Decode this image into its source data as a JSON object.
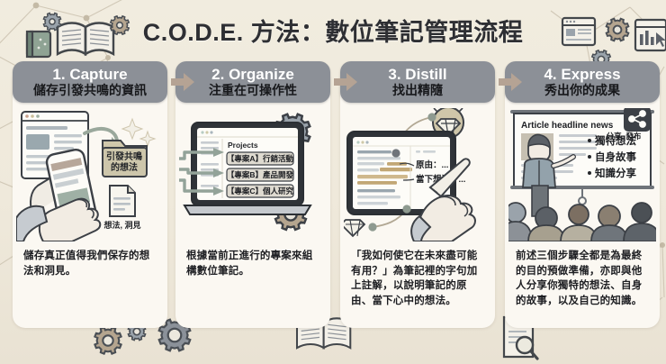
{
  "title": "C.O.D.E. 方法：數位筆記管理流程",
  "colors": {
    "background": "#efe9dc",
    "pill": "#8c9097",
    "card": "#fbf8f2",
    "arrow": "#b5a394",
    "ink": "#3c3f45",
    "accent_tan": "#c8bfa4",
    "accent_sage": "#94a096"
  },
  "steps": [
    {
      "en": "1. Capture",
      "zh": "儲存引發共鳴的資訊",
      "caption": "儲存真正值得我們保存的想法和洞見。",
      "art": {
        "folder_label": "引發共鳴的想法",
        "doc_label": "想法, 洞見"
      }
    },
    {
      "en": "2. Organize",
      "zh": "注重在可操作性",
      "caption": "根據當前正進行的專案來組構數位筆記。",
      "art": {
        "list_title": "Projects",
        "projects": [
          "【專案A】行銷活動",
          "【專案B】產品開發",
          "【專案C】個人研究"
        ]
      }
    },
    {
      "en": "3. Distill",
      "zh": "找出精隨",
      "caption": "「我如何使它在未來盡可能有用？」為筆記裡的字句加上註解，以說明筆記的原由、當下心中的想法。",
      "art": {
        "note_reason": "原由：...",
        "note_thought": "當下想法：..."
      }
    },
    {
      "en": "4. Express",
      "zh": "秀出你的成果",
      "caption": "前述三個步驟全都是為最終的目的預做準備，亦即與他人分享你獨特的想法、自身的故事，以及自己的知識。",
      "art": {
        "headline": "Article headline news",
        "share_label": "分享, 發布",
        "bullets": [
          "獨特想法",
          "自身故事",
          "知識分享"
        ]
      }
    }
  ],
  "decorations": {
    "top_left": [
      "notebook-icon",
      "gear-icon",
      "open-book-icon",
      "gear-icon"
    ],
    "top_right": [
      "browser-window-icon",
      "gear-icon",
      "gear-icon",
      "chart-window-icon",
      "folder-icon"
    ],
    "bottom_left": [
      "gear-icon",
      "gear-icon",
      "gear-icon"
    ],
    "bottom_center": [
      "open-book-icon"
    ],
    "bottom_right": [
      "document-search-icon"
    ]
  }
}
